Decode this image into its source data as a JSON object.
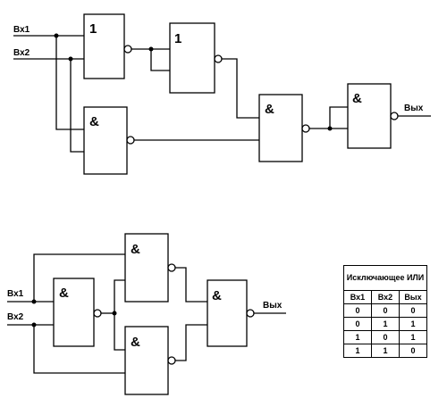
{
  "top_circuit": {
    "input_1": "Вх1",
    "input_2": "Вх2",
    "output": "Вых",
    "gate_or": "1",
    "gate_not": "1",
    "gate_and_low": "&",
    "gate_and_mid": "&",
    "gate_and_final": "&"
  },
  "bottom_circuit": {
    "input_1": "Вх1",
    "input_2": "Вх2",
    "output": "Вых",
    "gate_and_left": "&",
    "gate_and_upper": "&",
    "gate_and_lower": "&",
    "gate_and_out": "&"
  },
  "truth_table": {
    "title": "Исключающее ИЛИ",
    "headers": [
      "Вх1",
      "Вх2",
      "Вых"
    ],
    "rows": [
      [
        "0",
        "0",
        "0"
      ],
      [
        "0",
        "1",
        "1"
      ],
      [
        "1",
        "0",
        "1"
      ],
      [
        "1",
        "1",
        "0"
      ]
    ]
  }
}
